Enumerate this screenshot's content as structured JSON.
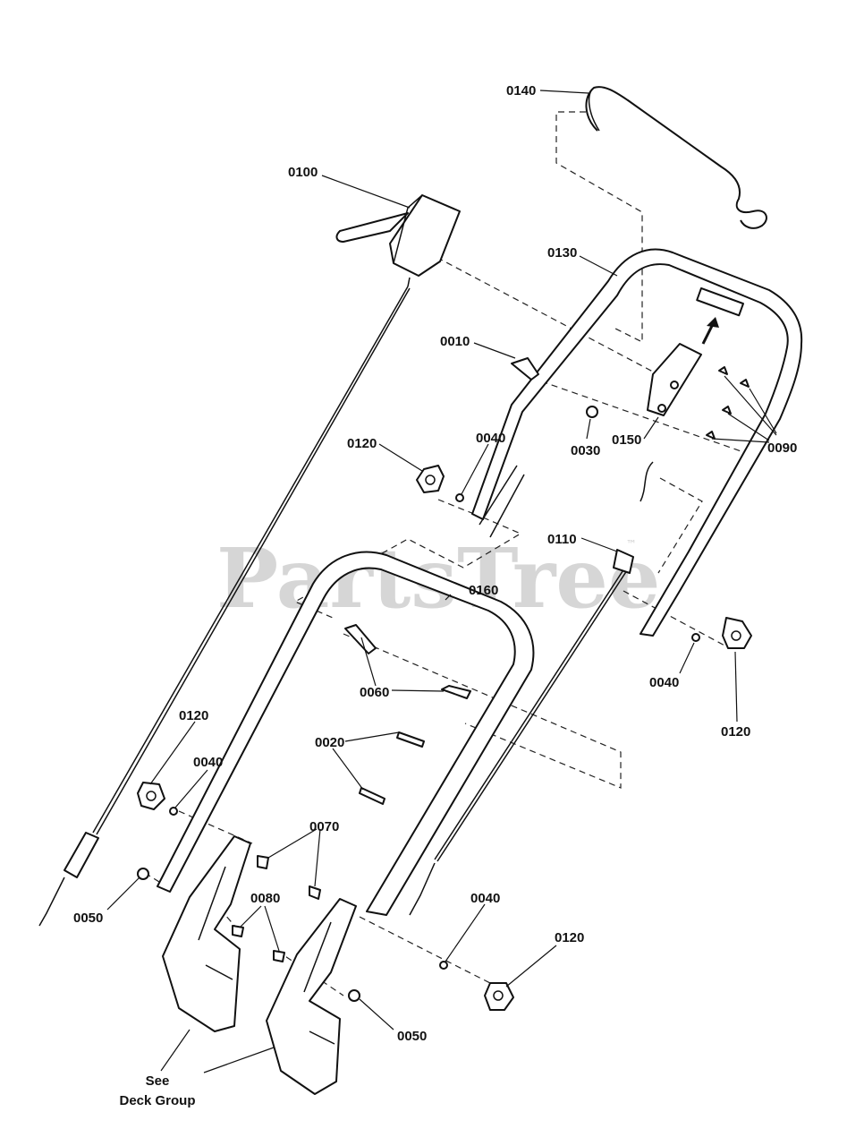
{
  "watermark": {
    "text": "PartsTree",
    "mark": "™"
  },
  "labels": {
    "p0140": "0140",
    "p0100": "0100",
    "p0130": "0130",
    "p0010": "0010",
    "p0030": "0030",
    "p0150": "0150",
    "p0090": "0090",
    "p0120_a": "0120",
    "p0040_a": "0040",
    "p0110": "0110",
    "p0160": "0160",
    "p0040_b": "0040",
    "p0120_b": "0120",
    "p0060": "0060",
    "p0020": "0020",
    "p0120_c": "0120",
    "p0040_c": "0040",
    "p0070": "0070",
    "p0050_a": "0050",
    "p0080": "0080",
    "p0040_d": "0040",
    "p0120_d": "0120",
    "p0050_b": "0050"
  },
  "note": {
    "line1": "See",
    "line2": "Deck Group"
  }
}
